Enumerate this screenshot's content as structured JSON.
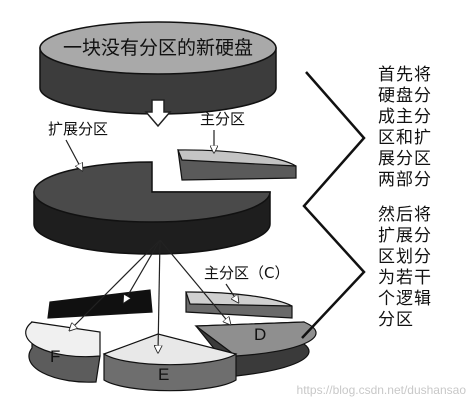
{
  "disk_title": "一块没有分区的新硬盘",
  "labels": {
    "extended": "扩展分区",
    "primary_top": "主分区",
    "primary_c": "主分区（C）",
    "d": "D",
    "e": "E",
    "f": "F"
  },
  "notes": {
    "step1": [
      "首先将",
      "硬盘分",
      "成主分",
      "区和扩",
      "展分区",
      "两部分"
    ],
    "step2": [
      "然后将",
      "扩展分",
      "区划分",
      "为若干",
      "个逻辑",
      "分区"
    ]
  },
  "watermark": "https://blog.csdn.net/dushansao"
}
